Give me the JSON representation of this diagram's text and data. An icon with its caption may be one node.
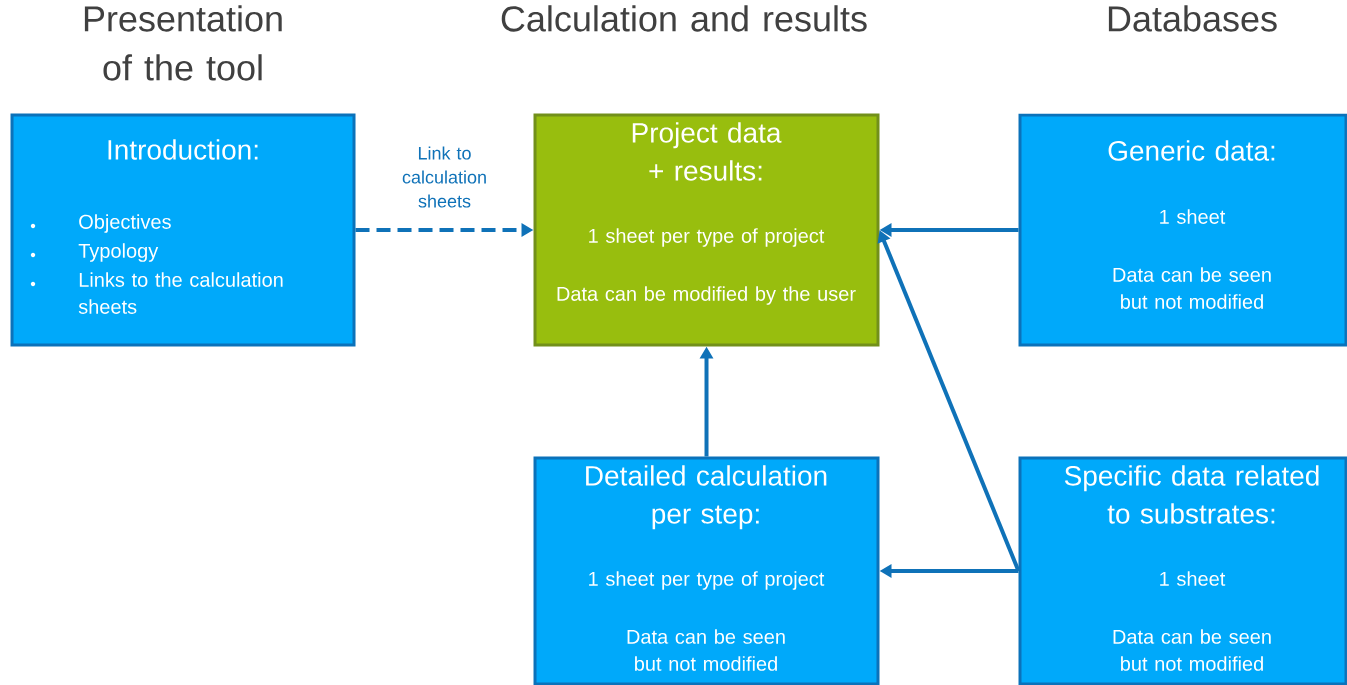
{
  "diagram": {
    "nodes": [
      {
        "text": [
          "Introduction:",
          "Objectives",
          "Typology",
          "Links to the calculation sheets"
        ]
      },
      {
        "text": [
          "Project data + results:",
          "1 sheet per type of project",
          "Data can be modified by the user"
        ]
      },
      {
        "text": [
          "Generic data:",
          "1 sheet",
          "Data can be seen but not modified"
        ]
      },
      {
        "text": [
          "Detailed calculation per step:",
          "1 sheet per type of project",
          "Data can be seen but not modified"
        ]
      },
      {
        "text": [
          "Specific data related to substrates:",
          "1 sheet",
          "Data can be seen but not modified"
        ]
      }
    ],
    "edges": [
      {
        "from": 0,
        "to": 1,
        "arrow": "to",
        "style": "dashed",
        "label": "Link to calculation sheets"
      },
      {
        "from": 2,
        "to": 1,
        "arrow": "to"
      },
      {
        "from": 4,
        "to": 1,
        "arrow": "to"
      },
      {
        "from": 4,
        "to": 3,
        "arrow": "to"
      },
      {
        "from": 3,
        "to": 1,
        "arrow": "to"
      }
    ],
    "labels": [
      "Presentation of the tool",
      "Calculation and results",
      "Databases"
    ]
  }
}
